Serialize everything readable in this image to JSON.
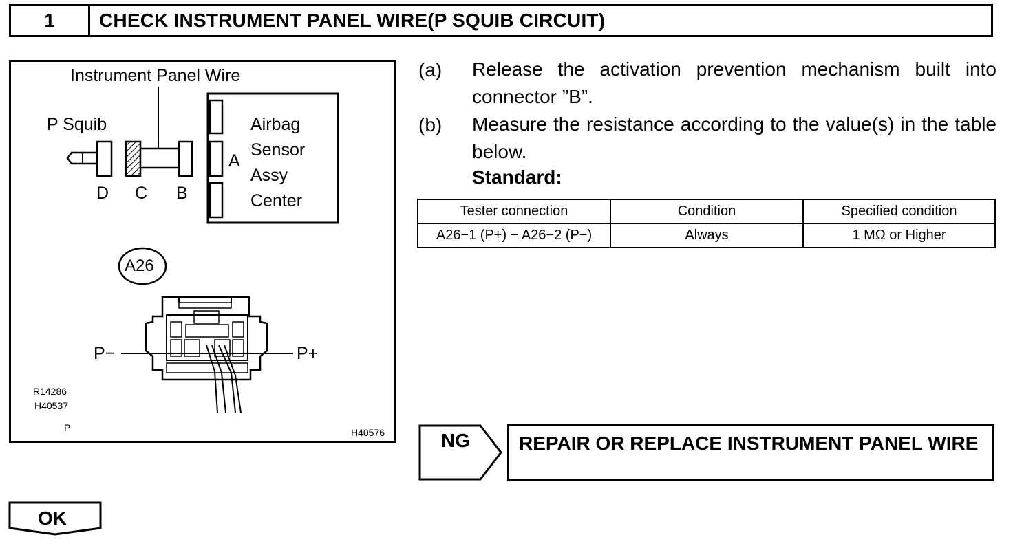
{
  "header": {
    "step_number": "1",
    "title": "CHECK INSTRUMENT PANEL WIRE(P SQUIB CIRCUIT)"
  },
  "figure": {
    "labels": {
      "instrument_panel_wire": "Instrument Panel Wire",
      "p_squib": "P Squib",
      "connector_d": "D",
      "connector_c": "C",
      "connector_b": "B",
      "connector_a": "A",
      "sensor_line1": "Airbag",
      "sensor_line2": "Sensor",
      "sensor_line3": "Assy",
      "sensor_line4": "Center",
      "connector_code": "A26",
      "terminal_minus": "P−",
      "terminal_plus": "P+"
    },
    "ref_codes": {
      "code1": "R14286",
      "code2": "H40537",
      "code3": "P",
      "figure_id": "H40576"
    }
  },
  "steps": [
    {
      "letter": "(a)",
      "text": "Release the activation prevention mechanism built into connector ”B”."
    },
    {
      "letter": "(b)",
      "text": "Measure the resistance according to the value(s) in the table below."
    }
  ],
  "standard_label": "Standard:",
  "table": {
    "headers": [
      "Tester connection",
      "Condition",
      "Specified condition"
    ],
    "rows": [
      [
        "A26−1 (P+) − A26−2 (P−)",
        "Always",
        "1 MΩ or Higher"
      ]
    ]
  },
  "result_ng": {
    "label": "NG",
    "action": "REPAIR OR REPLACE INSTRUMENT PANEL WIRE"
  },
  "result_ok": {
    "label": "OK"
  }
}
